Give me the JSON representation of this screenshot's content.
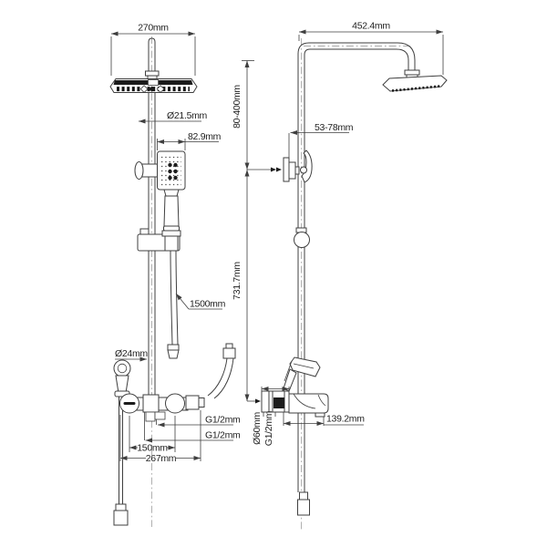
{
  "diagram": {
    "description": "Shower column set technical drawing with front and side views and dimension callouts",
    "colors": {
      "line": "#3f3f3f",
      "dark_fill": "#1c1c1c",
      "text": "#1f1f1f",
      "background": "#ffffff"
    },
    "front_view": {
      "dim_head_width": "270mm",
      "dim_pipe_top_diameter": "Ø21.5mm",
      "dim_handshower_width": "82.9mm",
      "dim_hose_length": "1500mm",
      "dim_pipe_bottom_diameter": "Ø24mm",
      "dim_outlet_thread": "G1/2mm",
      "dim_inlet_thread": "G1/2mm",
      "dim_inlet_spacing": "150mm",
      "dim_overall_width": "267mm"
    },
    "side_view": {
      "dim_arm_reach": "452.4mm",
      "dim_top_range": "80-400mm",
      "dim_bracket_depth": "53-78mm",
      "dim_column_height": "731.7mm",
      "dim_body_depth": "139.2mm",
      "dim_escutcheon_diameter": "Ø60mm",
      "dim_wall_thread": "G1/2mm"
    }
  }
}
